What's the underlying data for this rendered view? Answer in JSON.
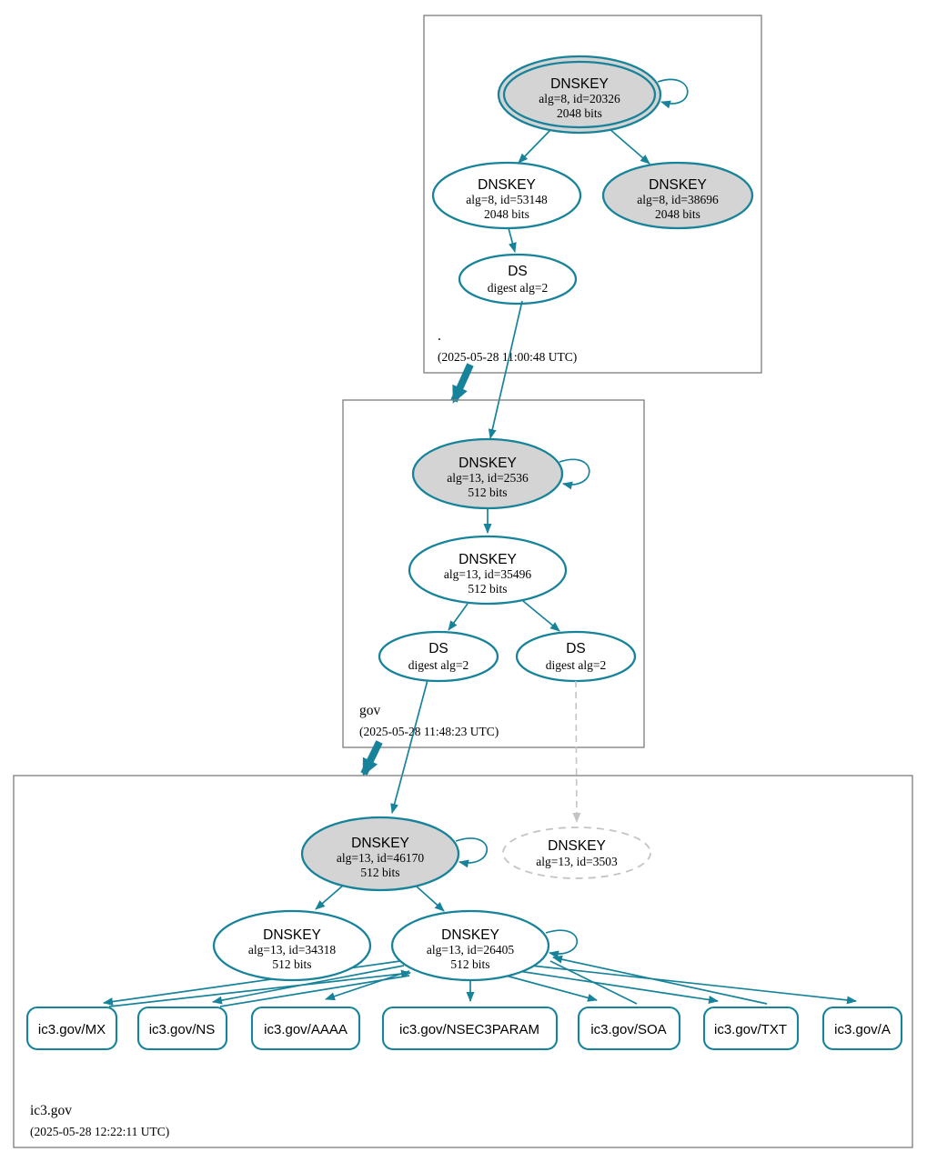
{
  "colors": {
    "teal": "#17839a",
    "node_fill_ksk": "#d4d4d4",
    "node_fill": "#ffffff",
    "dashed_gray": "#c4c4c4",
    "zone_border": "#7d7d7d",
    "text": "#000000"
  },
  "zones": {
    "root": {
      "label": ".",
      "timestamp": "(2025-05-28 11:00:48 UTC)"
    },
    "gov": {
      "label": "gov",
      "timestamp": "(2025-05-28 11:48:23 UTC)"
    },
    "ic3": {
      "label": "ic3.gov",
      "timestamp": "(2025-05-28 12:22:11 UTC)"
    }
  },
  "nodes": {
    "root_ksk": {
      "title": "DNSKEY",
      "detail1": "alg=8, id=20326",
      "detail2": "2048 bits"
    },
    "root_zsk": {
      "title": "DNSKEY",
      "detail1": "alg=8, id=53148",
      "detail2": "2048 bits"
    },
    "root_key2": {
      "title": "DNSKEY",
      "detail1": "alg=8, id=38696",
      "detail2": "2048 bits"
    },
    "root_ds": {
      "title": "DS",
      "detail1": "digest alg=2"
    },
    "gov_ksk": {
      "title": "DNSKEY",
      "detail1": "alg=13, id=2536",
      "detail2": "512 bits"
    },
    "gov_zsk": {
      "title": "DNSKEY",
      "detail1": "alg=13, id=35496",
      "detail2": "512 bits"
    },
    "gov_ds1": {
      "title": "DS",
      "detail1": "digest alg=2"
    },
    "gov_ds2": {
      "title": "DS",
      "detail1": "digest alg=2"
    },
    "ic3_ksk": {
      "title": "DNSKEY",
      "detail1": "alg=13, id=46170",
      "detail2": "512 bits"
    },
    "ic3_missing": {
      "title": "DNSKEY",
      "detail1": "alg=13, id=3503"
    },
    "ic3_key2": {
      "title": "DNSKEY",
      "detail1": "alg=13, id=34318",
      "detail2": "512 bits"
    },
    "ic3_zsk": {
      "title": "DNSKEY",
      "detail1": "alg=13, id=26405",
      "detail2": "512 bits"
    },
    "rrsets": [
      "ic3.gov/MX",
      "ic3.gov/NS",
      "ic3.gov/AAAA",
      "ic3.gov/NSEC3PARAM",
      "ic3.gov/SOA",
      "ic3.gov/TXT",
      "ic3.gov/A"
    ]
  }
}
